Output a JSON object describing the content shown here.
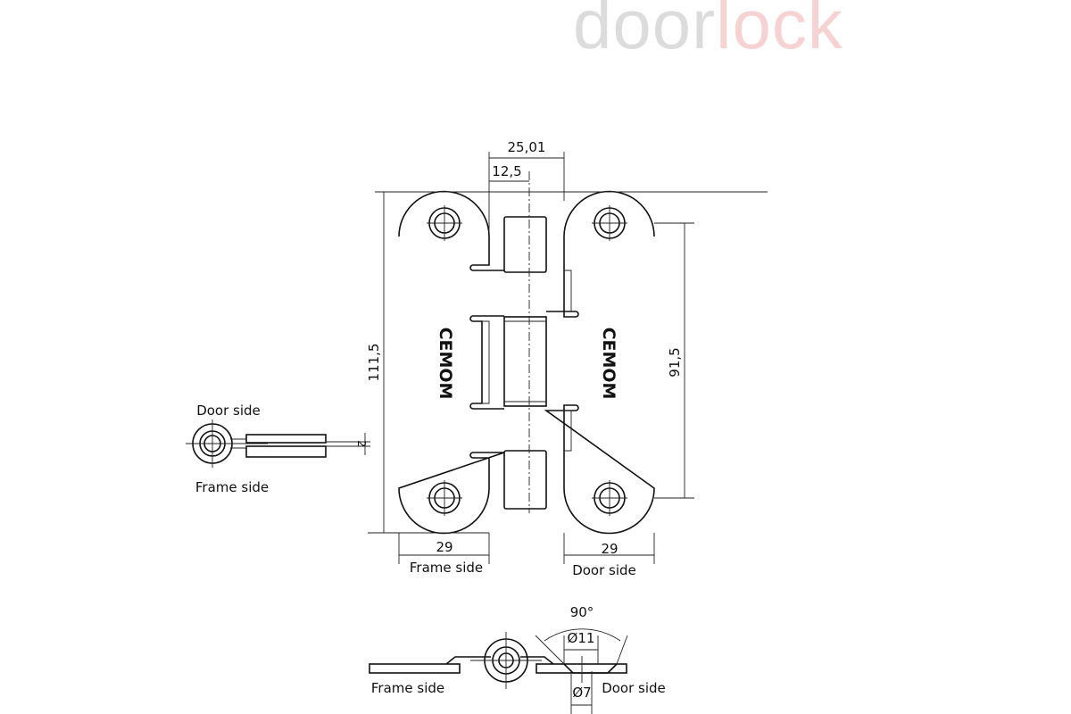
{
  "watermark": {
    "part1": "door",
    "part2": "lock",
    "colors": {
      "door": "#dcdcdc",
      "lock": "#f6d2d2"
    }
  },
  "front_view": {
    "brand_left": "CEMOM",
    "brand_right": "CEMOM",
    "dimensions": {
      "overall_height": "111,5",
      "hole_spacing": "91,5",
      "total_width_center": "25,01",
      "half_width": "12,5",
      "leaf_width_left": "29",
      "leaf_width_right": "29"
    },
    "labels": {
      "left_leaf": "Frame side",
      "right_leaf": "Door side"
    }
  },
  "side_view": {
    "top_label": "Door side",
    "bottom_label": "Frame side",
    "gap": "2"
  },
  "bottom_view": {
    "left_label": "Frame side",
    "right_label": "Door side",
    "angle": "90°",
    "countersink_diameter": "Ø11",
    "hole_diameter": "Ø7"
  }
}
